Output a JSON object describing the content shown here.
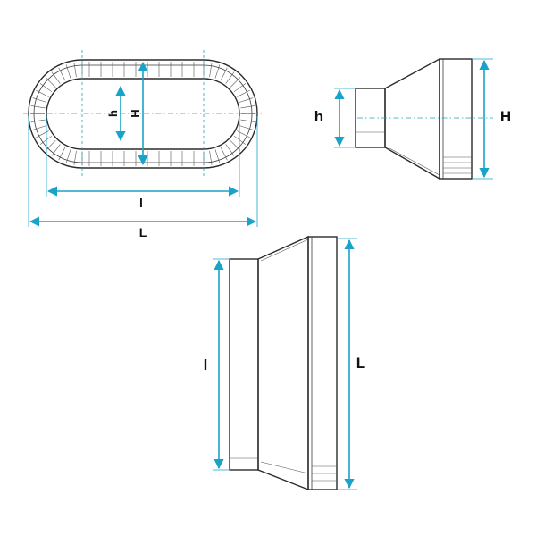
{
  "colors": {
    "dimension": "#1aa3c8",
    "outline": "#2b2b2b",
    "shade": "#f2f4f6"
  },
  "front_view": {
    "dim_h": "h",
    "dim_H": "H",
    "dim_l": "l",
    "dim_L": "L"
  },
  "side_view": {
    "dim_h": "h",
    "dim_H": "H"
  },
  "top_view": {
    "dim_l": "l",
    "dim_L": "L"
  }
}
